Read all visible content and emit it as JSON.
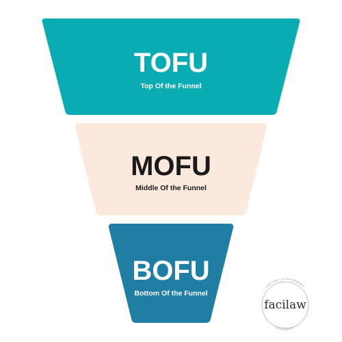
{
  "funnel": {
    "stages": [
      {
        "abbr": "TOFU",
        "full": "Top Of the Funnel",
        "color": "#0AACB3",
        "text_color": "#ffffff"
      },
      {
        "abbr": "MOFU",
        "full": "Middle Of the Funnel",
        "color": "#FBE9DD",
        "text_color": "#1a1a1a"
      },
      {
        "abbr": "BOFU",
        "full": "Bottom Of the Funnel",
        "color": "#207EA5",
        "text_color": "#ffffff"
      }
    ]
  },
  "logo": {
    "wordmark": "facilaw",
    "ring_top": "AMELIORE LA PERFORMANCE",
    "ring_bottom": "DES AVOCATS",
    "ring_color": "#7a7a7a",
    "text_color": "#2b2b2b"
  }
}
